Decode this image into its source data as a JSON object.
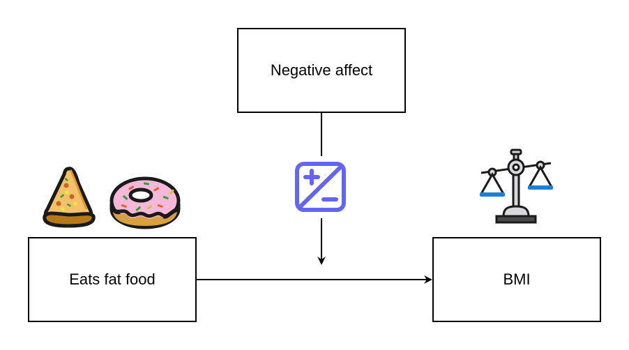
{
  "diagram": {
    "nodes": {
      "moderator": {
        "label": "Negative affect"
      },
      "predictor": {
        "label": "Eats fat food"
      },
      "outcome": {
        "label": "BMI"
      }
    },
    "edges": [
      {
        "from": "predictor",
        "to": "outcome",
        "type": "arrow"
      },
      {
        "from": "moderator",
        "to": "predictor-outcome-edge",
        "type": "arrow",
        "via_icon": "plus-minus-icon"
      }
    ],
    "icons": {
      "predictor": [
        "pizza-slice-icon",
        "donut-icon"
      ],
      "moderator": "plus-minus-icon",
      "outcome": "balance-scale-icon"
    },
    "colors": {
      "moderator_icon": "#6366f1",
      "scale_pans": "#1d7fd6",
      "donut_frosting": "#f5b8d8",
      "pizza_crust": "#c98a1c",
      "stroke": "#000000"
    }
  }
}
